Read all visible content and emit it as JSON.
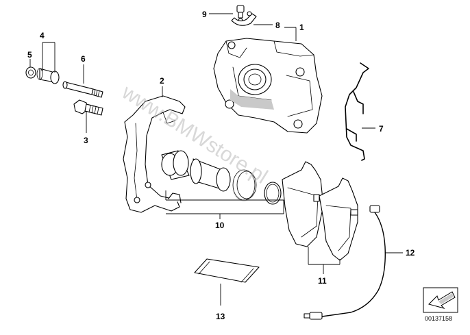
{
  "watermark": "www.BMWstore.pl",
  "diagram_code": "00137158",
  "parts": [
    {
      "number": "1",
      "name": "brake caliper housing"
    },
    {
      "number": "2",
      "name": "caliper carrier"
    },
    {
      "number": "3",
      "name": "hex bolt"
    },
    {
      "number": "4",
      "name": "guide sleeve set"
    },
    {
      "number": "5",
      "name": "cap"
    },
    {
      "number": "6",
      "name": "guide bolt"
    },
    {
      "number": "7",
      "name": "anti-rattle spring"
    },
    {
      "number": "8",
      "name": "bleeder valve clip"
    },
    {
      "number": "9",
      "name": "bleeder valve"
    },
    {
      "number": "10",
      "name": "piston repair kit"
    },
    {
      "number": "11",
      "name": "brake pads"
    },
    {
      "number": "12",
      "name": "brake pad wear sensor"
    },
    {
      "number": "13",
      "name": "grease packet"
    }
  ]
}
